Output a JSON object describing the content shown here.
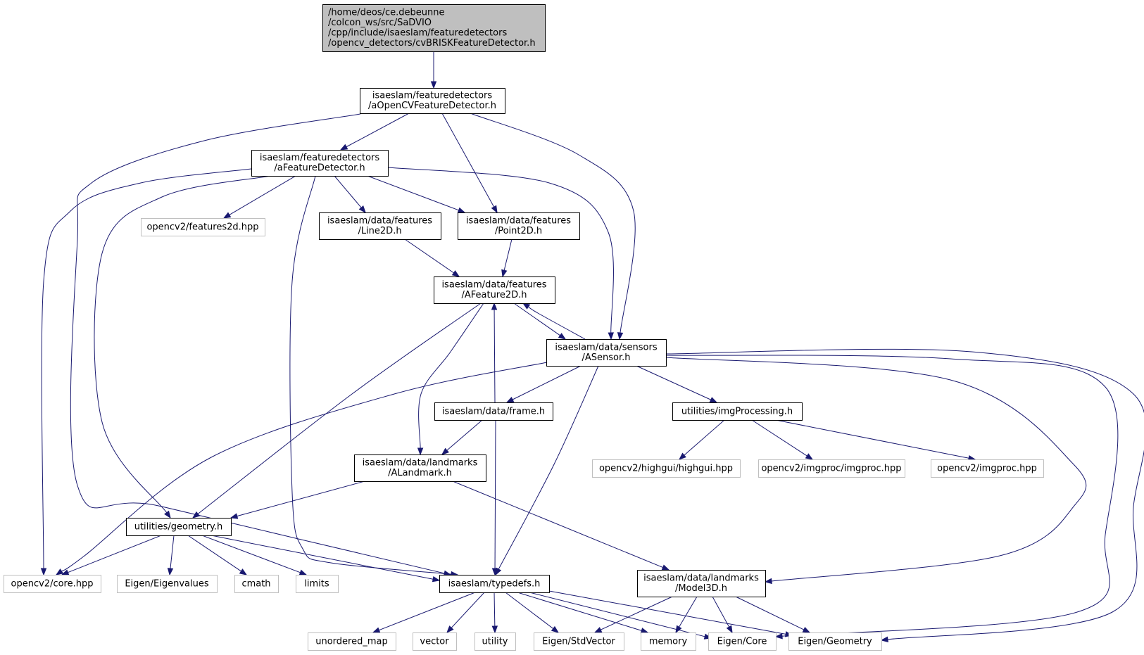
{
  "graph": {
    "edge_color": "#191970",
    "node_border_color": "#000000",
    "external_border_color": "#bfbfbf",
    "root_fill_color": "#bfbfbf",
    "nodes": [
      {
        "id": "root",
        "kind": "root",
        "lines": [
          "/home/deos/ce.debeunne",
          "/colcon_ws/src/SaDVIO",
          "/cpp/include/isaeslam/featuredetectors",
          "/opencv_detectors/cvBRISKFeatureDetector.h"
        ]
      },
      {
        "id": "aocv",
        "kind": "main",
        "lines": [
          "isaeslam/featuredetectors",
          "/aOpenCVFeatureDetector.h"
        ]
      },
      {
        "id": "afd",
        "kind": "main",
        "lines": [
          "isaeslam/featuredetectors",
          "/aFeatureDetector.h"
        ]
      },
      {
        "id": "f2d",
        "kind": "ext",
        "lines": [
          "opencv2/features2d.hpp"
        ]
      },
      {
        "id": "line2d",
        "kind": "main",
        "lines": [
          "isaeslam/data/features",
          "/Line2D.h"
        ]
      },
      {
        "id": "point2d",
        "kind": "main",
        "lines": [
          "isaeslam/data/features",
          "/Point2D.h"
        ]
      },
      {
        "id": "afeat",
        "kind": "main",
        "lines": [
          "isaeslam/data/features",
          "/AFeature2D.h"
        ]
      },
      {
        "id": "asensor",
        "kind": "main",
        "lines": [
          "isaeslam/data/sensors",
          "/ASensor.h"
        ]
      },
      {
        "id": "frame",
        "kind": "main",
        "lines": [
          "isaeslam/data/frame.h"
        ]
      },
      {
        "id": "imgproc",
        "kind": "main",
        "lines": [
          "utilities/imgProcessing.h"
        ]
      },
      {
        "id": "highgui",
        "kind": "ext",
        "lines": [
          "opencv2/highgui/highgui.hpp"
        ]
      },
      {
        "id": "imgproc2",
        "kind": "ext",
        "lines": [
          "opencv2/imgproc/imgproc.hpp"
        ]
      },
      {
        "id": "imgproc3",
        "kind": "ext",
        "lines": [
          "opencv2/imgproc.hpp"
        ]
      },
      {
        "id": "alandmark",
        "kind": "main",
        "lines": [
          "isaeslam/data/landmarks",
          "/ALandmark.h"
        ]
      },
      {
        "id": "geometry",
        "kind": "main",
        "lines": [
          "utilities/geometry.h"
        ]
      },
      {
        "id": "core",
        "kind": "ext",
        "lines": [
          "opencv2/core.hpp"
        ]
      },
      {
        "id": "eigenvalues",
        "kind": "ext",
        "lines": [
          "Eigen/Eigenvalues"
        ]
      },
      {
        "id": "cmath",
        "kind": "ext",
        "lines": [
          "cmath"
        ]
      },
      {
        "id": "limits",
        "kind": "ext",
        "lines": [
          "limits"
        ]
      },
      {
        "id": "typedefs",
        "kind": "main",
        "lines": [
          "isaeslam/typedefs.h"
        ]
      },
      {
        "id": "model3d",
        "kind": "main",
        "lines": [
          "isaeslam/data/landmarks",
          "/Model3D.h"
        ]
      },
      {
        "id": "umap",
        "kind": "ext",
        "lines": [
          "unordered_map"
        ]
      },
      {
        "id": "vector",
        "kind": "ext",
        "lines": [
          "vector"
        ]
      },
      {
        "id": "utility",
        "kind": "ext",
        "lines": [
          "utility"
        ]
      },
      {
        "id": "stdvector",
        "kind": "ext",
        "lines": [
          "Eigen/StdVector"
        ]
      },
      {
        "id": "memory",
        "kind": "ext",
        "lines": [
          "memory"
        ]
      },
      {
        "id": "ecore",
        "kind": "ext",
        "lines": [
          "Eigen/Core"
        ]
      },
      {
        "id": "egeom",
        "kind": "ext",
        "lines": [
          "Eigen/Geometry"
        ]
      }
    ],
    "edges": [
      [
        "root",
        "aocv"
      ],
      [
        "aocv",
        "afd"
      ],
      [
        "aocv",
        "point2d"
      ],
      [
        "aocv",
        "asensor"
      ],
      [
        "aocv",
        "typedefs"
      ],
      [
        "afd",
        "core"
      ],
      [
        "afd",
        "geometry"
      ],
      [
        "afd",
        "f2d"
      ],
      [
        "afd",
        "typedefs"
      ],
      [
        "afd",
        "line2d"
      ],
      [
        "afd",
        "point2d"
      ],
      [
        "afd",
        "asensor"
      ],
      [
        "line2d",
        "afeat"
      ],
      [
        "point2d",
        "afeat"
      ],
      [
        "afeat",
        "geometry"
      ],
      [
        "afeat",
        "alandmark"
      ],
      [
        "afeat",
        "asensor"
      ],
      [
        "asensor",
        "afeat"
      ],
      [
        "asensor",
        "core"
      ],
      [
        "asensor",
        "frame"
      ],
      [
        "asensor",
        "typedefs"
      ],
      [
        "asensor",
        "imgproc"
      ],
      [
        "asensor",
        "model3d"
      ],
      [
        "asensor",
        "ecore"
      ],
      [
        "asensor",
        "egeom"
      ],
      [
        "frame",
        "afeat"
      ],
      [
        "frame",
        "alandmark"
      ],
      [
        "frame",
        "typedefs"
      ],
      [
        "imgproc",
        "highgui"
      ],
      [
        "imgproc",
        "imgproc2"
      ],
      [
        "imgproc",
        "imgproc3"
      ],
      [
        "alandmark",
        "geometry"
      ],
      [
        "alandmark",
        "model3d"
      ],
      [
        "geometry",
        "core"
      ],
      [
        "geometry",
        "eigenvalues"
      ],
      [
        "geometry",
        "cmath"
      ],
      [
        "geometry",
        "limits"
      ],
      [
        "geometry",
        "typedefs"
      ],
      [
        "typedefs",
        "umap"
      ],
      [
        "typedefs",
        "vector"
      ],
      [
        "typedefs",
        "utility"
      ],
      [
        "typedefs",
        "stdvector"
      ],
      [
        "typedefs",
        "memory"
      ],
      [
        "typedefs",
        "ecore"
      ],
      [
        "typedefs",
        "egeom"
      ],
      [
        "model3d",
        "stdvector"
      ],
      [
        "model3d",
        "memory"
      ],
      [
        "model3d",
        "ecore"
      ],
      [
        "model3d",
        "egeom"
      ]
    ]
  }
}
